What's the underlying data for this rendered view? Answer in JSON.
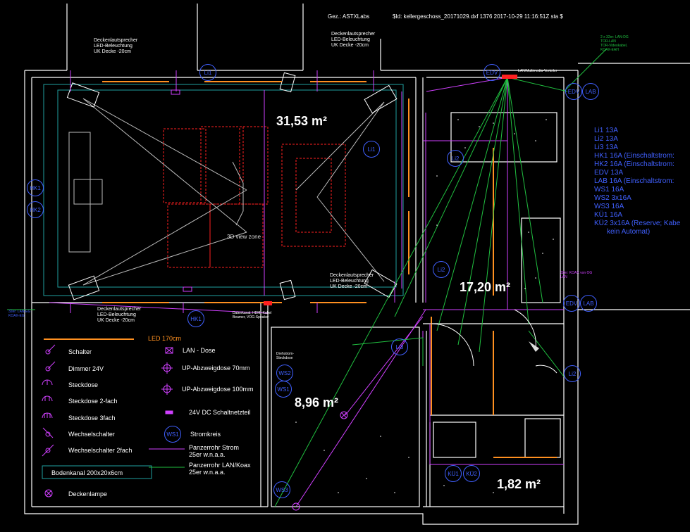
{
  "header": {
    "drawn_by": "Gez.: ASTXLabs",
    "file_id": "$Id: kellergeschoss_20171029.dxf 1376 2017-10-29 11:16:51Z sta $"
  },
  "rooms": [
    {
      "name": "room-main",
      "area": "31,53 m²"
    },
    {
      "name": "room-right",
      "area": "17,20 m²"
    },
    {
      "name": "room-small",
      "area": "8,96 m²"
    },
    {
      "name": "room-tiny",
      "area": "1,82 m²"
    }
  ],
  "annotations": {
    "speaker_top_left": [
      "Deckenlautsprecher",
      "LED-Beleuchtung",
      "UK Decke -20cm"
    ],
    "speaker_top_mid": [
      "Deckenlautsprecher",
      "LED-Beleuchtung",
      "UK Decke -20cm"
    ],
    "speaker_bottom_left": [
      "Deckenlautsprecher",
      "LED-Beleuchtung",
      "UK Decke -20cm"
    ],
    "speaker_bottom_mid": [
      "Deckenlautsprecher",
      "LED-Beleuchtung",
      "UK Decke -20cm"
    ],
    "lan_top_right": [
      "2 x 32er: LAN-DG",
      "TOR-LAN",
      "TOR-Videokabel,",
      "KOAX-EAH"
    ],
    "lan_left": [
      "32er: LAN-EG",
      "KOAX-EG"
    ],
    "multimedia": "LAN/Multimedia-Verteiler",
    "view_zone": "3D view zone",
    "datenkanal": [
      "Datenkanal, HDMI-Kabel",
      "Beamer, VOG-Speaker"
    ],
    "drehstrom": [
      "Drehstrom-",
      "Steckdose"
    ],
    "koax_right": [
      "32er: KOAX von OG",
      "LAN"
    ]
  },
  "circle_labels": [
    {
      "id": "li1-top",
      "text": "Li1"
    },
    {
      "id": "li1-mid",
      "text": "Li1"
    },
    {
      "id": "li2-top",
      "text": "Li2"
    },
    {
      "id": "li2-mid",
      "text": "Li2"
    },
    {
      "id": "li2-right",
      "text": "Li2"
    },
    {
      "id": "li3",
      "text": "Li3"
    },
    {
      "id": "hk1-left",
      "text": "HK1"
    },
    {
      "id": "hk2-left",
      "text": "HK2"
    },
    {
      "id": "hk1-bottom",
      "text": "HK1"
    },
    {
      "id": "edv-top",
      "text": "EDV"
    },
    {
      "id": "edv-right",
      "text": "EDV"
    },
    {
      "id": "lab-right",
      "text": "LAB"
    },
    {
      "id": "edv-mid",
      "text": "EDV"
    },
    {
      "id": "lab-mid",
      "text": "LAB"
    },
    {
      "id": "ws2",
      "text": "WS2"
    },
    {
      "id": "ws1",
      "text": "WS1"
    },
    {
      "id": "ws1-legend",
      "text": "WS1"
    },
    {
      "id": "ws3",
      "text": "WS3"
    },
    {
      "id": "ku1",
      "text": "KÜ1"
    },
    {
      "id": "ku2",
      "text": "KÜ2"
    }
  ],
  "circuits": [
    "Li1 13A",
    "Li2 13A",
    "Li3 13A",
    "HK1 16A (Einschaltstrom:",
    "HK2 16A (Einschaltstrom:",
    "EDV 13A",
    "LAB 16A (Einschaltstrom:",
    "WS1 16A",
    "WS2 3x16A",
    "WS3 16A",
    "KÜ1 16A",
    "KÜ2 3x16A (Reserve; Kabe",
    "kein Automat)"
  ],
  "legend": {
    "led": "LED 170cm",
    "schalter": "Schalter",
    "dimmer": "Dimmer 24V",
    "steckdose": "Steckdose",
    "steckdose2": "Steckdose 2-fach",
    "steckdose3": "Steckdose 3fach",
    "wechsel": "Wechselschalter",
    "wechsel2": "Wechselschalter 2fach",
    "bodenkanal": "Bodenkanal 200x20x6cm",
    "deckenlampe": "Deckenlampe",
    "lan": "LAN - Dose",
    "up70": "UP-Abzweigdose 70mm",
    "up100": "UP-Abzweigdose 100mm",
    "netzteil": "24V DC Schaltnetzteil",
    "stromkreis": "Stromkreis",
    "panzer_strom": [
      "Panzerrohr Strom",
      "25er w.n.a.a."
    ],
    "panzer_lan": [
      "Panzerrohr LAN/Koax",
      "25er w.n.a.a."
    ]
  },
  "colors": {
    "wall": "#ffffff",
    "power": "#d040ff",
    "lan": "#20c040",
    "furniture": "#ff2020",
    "duct": "#20a0a0",
    "label": "#4060ff",
    "led": "#ff9020"
  }
}
